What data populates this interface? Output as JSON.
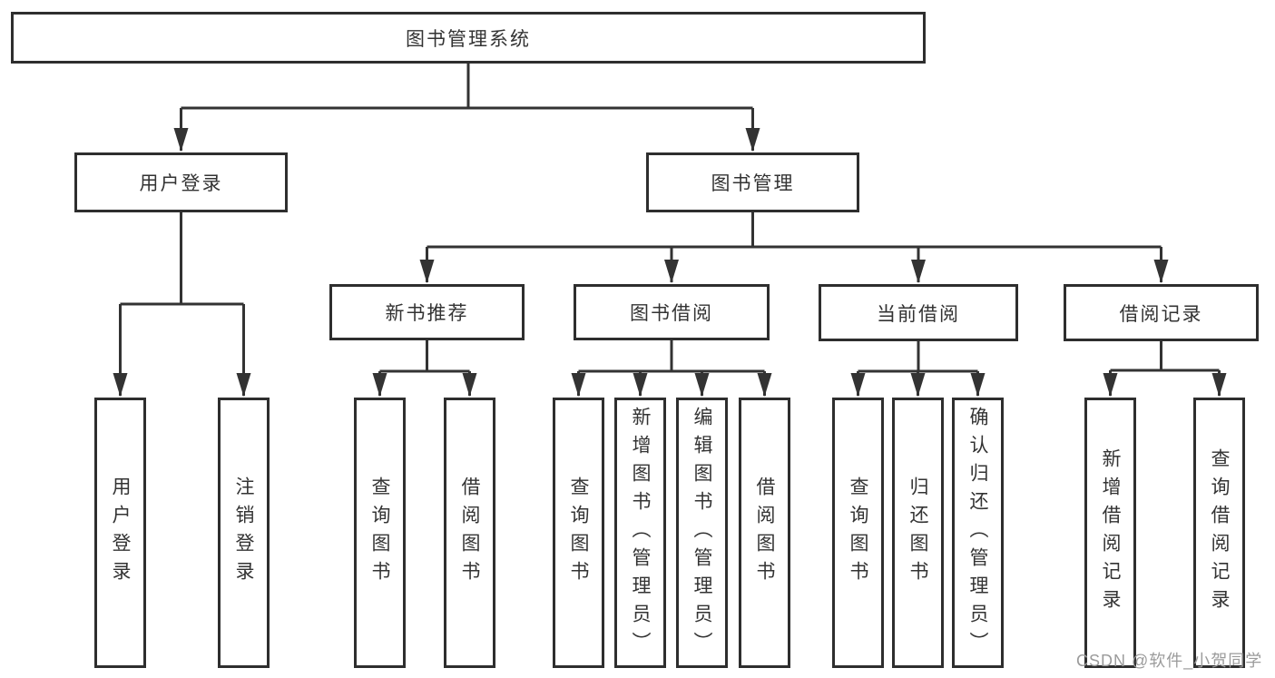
{
  "diagram": {
    "type": "tree",
    "root": {
      "label": "图书管理系统"
    },
    "level2": [
      {
        "label": "用户登录",
        "children_labels": [
          "用户登录",
          "注销登录"
        ]
      },
      {
        "label": "图书管理",
        "children_labels": [
          "新书推荐",
          "图书借阅",
          "当前借阅",
          "借阅记录"
        ]
      }
    ],
    "level3": [
      {
        "label": "新书推荐",
        "children_labels": [
          "查询图书",
          "借阅图书"
        ]
      },
      {
        "label": "图书借阅",
        "children_labels": [
          "查询图书",
          "新增图书（管理员）",
          "编辑图书（管理员）",
          "借阅图书"
        ]
      },
      {
        "label": "当前借阅",
        "children_labels": [
          "查询图书",
          "归还图书",
          "确认归还（管理员）"
        ]
      },
      {
        "label": "借阅记录",
        "children_labels": [
          "新增借阅记录",
          "查询借阅记录"
        ]
      }
    ],
    "leaves": [
      {
        "label": "用户登录"
      },
      {
        "label": "注销登录"
      },
      {
        "label": "查询图书"
      },
      {
        "label": "借阅图书"
      },
      {
        "label": "查询图书"
      },
      {
        "label": "新增图书（管理员）"
      },
      {
        "label": "编辑图书（管理员）"
      },
      {
        "label": "借阅图书"
      },
      {
        "label": "查询图书"
      },
      {
        "label": "归还图书"
      },
      {
        "label": "确认归还（管理员）"
      },
      {
        "label": "新增借阅记录"
      },
      {
        "label": "查询借阅记录"
      }
    ]
  },
  "watermark": {
    "text": "CSDN @软件_小贺同学"
  },
  "colors": {
    "line": "#333333",
    "box_border": "#2e2e2e",
    "text": "#333333",
    "watermark": "#9b9b9b",
    "background": "#ffffff"
  }
}
